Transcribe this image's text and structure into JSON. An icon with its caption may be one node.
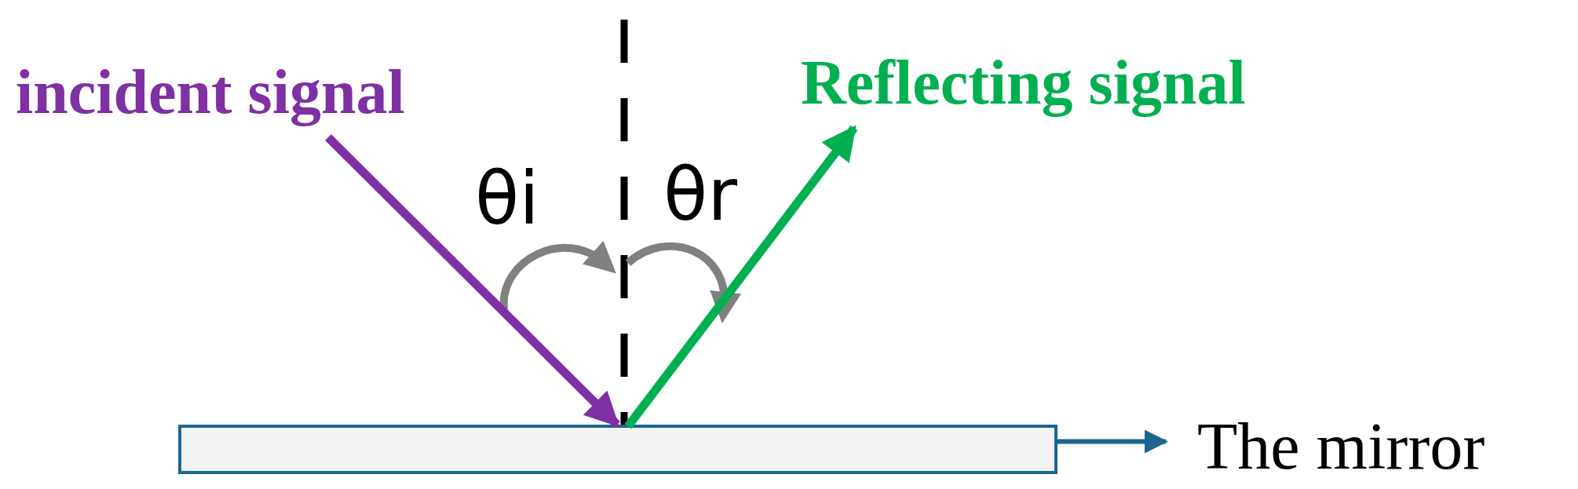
{
  "diagram": {
    "nodes": [
      {
        "text": [
          "incident signal"
        ]
      },
      {
        "text": [
          "Reflecting signal"
        ]
      },
      {
        "text": [],
        "shape": "bar"
      },
      {
        "text": [
          "The mirror"
        ]
      }
    ],
    "edges": [
      {
        "from": 0,
        "to": 2,
        "arrow": "to",
        "color": "#7f30a3"
      },
      {
        "from": 2,
        "to": 1,
        "arrow": "to",
        "color": "#00b050"
      },
      {
        "from": 2,
        "to": 3,
        "arrow": "to",
        "color": "#1a6690"
      }
    ],
    "labels": [
      "θi",
      "θr"
    ]
  }
}
